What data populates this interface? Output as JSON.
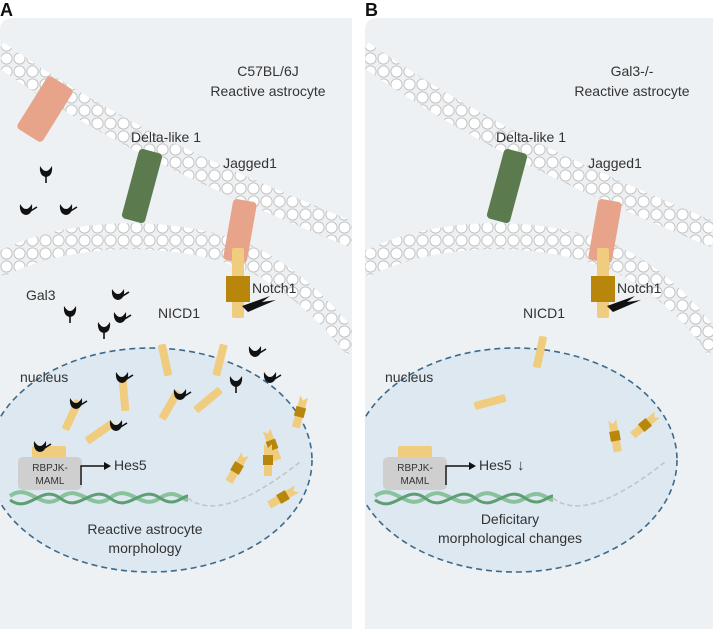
{
  "panelA": {
    "letter": "A",
    "strain": "C57BL/6J",
    "cell": "Reactive astrocyte",
    "delta": "Delta-like 1",
    "jagged": "Jagged1",
    "notch": "Notch1",
    "nicd": "NICD1",
    "gal3": "Gal3",
    "nucleus": "nucleus",
    "complex_line1": "RBPJK-",
    "complex_line2": "MAML",
    "gene": "Hes5",
    "outcome_line1": "Reactive astrocyte",
    "outcome_line2": "morphology"
  },
  "panelB": {
    "letter": "B",
    "strain": "Gal3-/-",
    "cell": "Reactive astrocyte",
    "delta": "Delta-like 1",
    "jagged": "Jagged1",
    "notch": "Notch1",
    "nicd": "NICD1",
    "nucleus": "nucleus",
    "complex_line1": "RBPJK-",
    "complex_line2": "MAML",
    "gene": "Hes5",
    "gene_arrow": "↓",
    "outcome_line1": "Deficitary",
    "outcome_line2": "morphological changes"
  },
  "colors": {
    "panel_bg": "#edf1f4",
    "nucleus_fill": "#dde8f1",
    "nucleus_border": "#3e6a8c",
    "membrane": "#d0d0d0",
    "delta": "#5b7a4e",
    "jagged": "#e8a48a",
    "notch": "#f0cc7e",
    "nicd_dark": "#b8860b",
    "gal3": "#111111",
    "dna": "#8bc29e"
  }
}
